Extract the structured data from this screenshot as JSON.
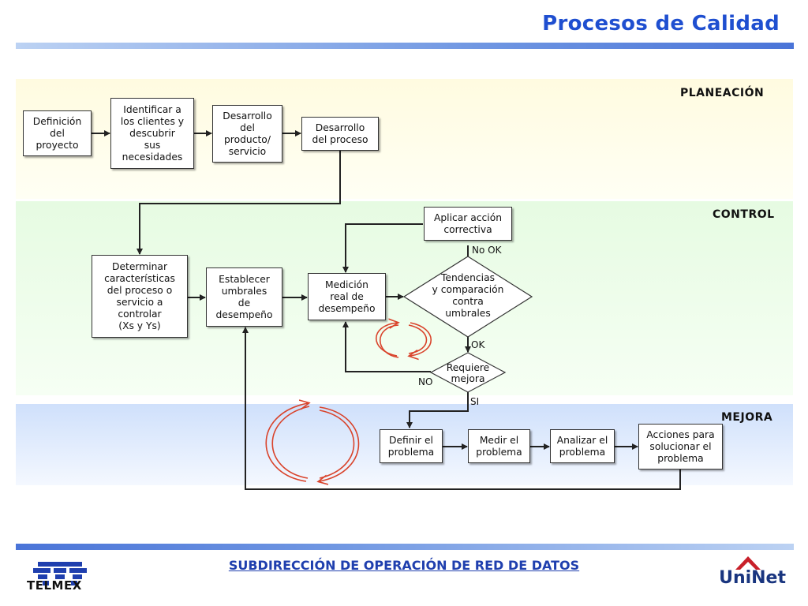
{
  "title": "Procesos de Calidad",
  "sections": {
    "planeacion": "PLANEACIÓN",
    "control": "CONTROL",
    "mejora": "MEJORA"
  },
  "nodes": {
    "definicion": "Definición\ndel\nproyecto",
    "identificar": "Identificar a\nlos clientes y\ndescubrir\nsus\nnecesidades",
    "desarrollo_producto": "Desarrollo\ndel\nproducto/\nservicio",
    "desarrollo_proceso": "Desarrollo\ndel proceso",
    "determinar": "Determinar\ncaracterísticas\ndel proceso o\nservicio a\ncontrolar\n(Xs y Ys)",
    "establecer": "Establecer\numbrales\nde\ndesempeño",
    "medicion": "Medición\nreal de\ndesempeño",
    "aplicar": "Aplicar acción\ncorrectiva",
    "tendencias": "Tendencias\ny comparación\ncontra\numbrales",
    "requiere": "Requiere\nmejora",
    "definir_problema": "Definir el\nproblema",
    "medir_problema": "Medir el\nproblema",
    "analizar_problema": "Analizar el\nproblema",
    "acciones": "Acciones para\nsolucionar el\nproblema"
  },
  "edge_labels": {
    "no_ok": "No OK",
    "ok": "OK",
    "no": "NO",
    "si": "SI"
  },
  "footer": "SUBDIRECCIÓN DE OPERACIÓN DE RED DE DATOS",
  "logos": {
    "left": "TELMEX",
    "right": "UniNet"
  },
  "colors": {
    "title": "#1f4fd0",
    "cycle_arrows": "#d9432b",
    "footer": "#1f3fae"
  }
}
